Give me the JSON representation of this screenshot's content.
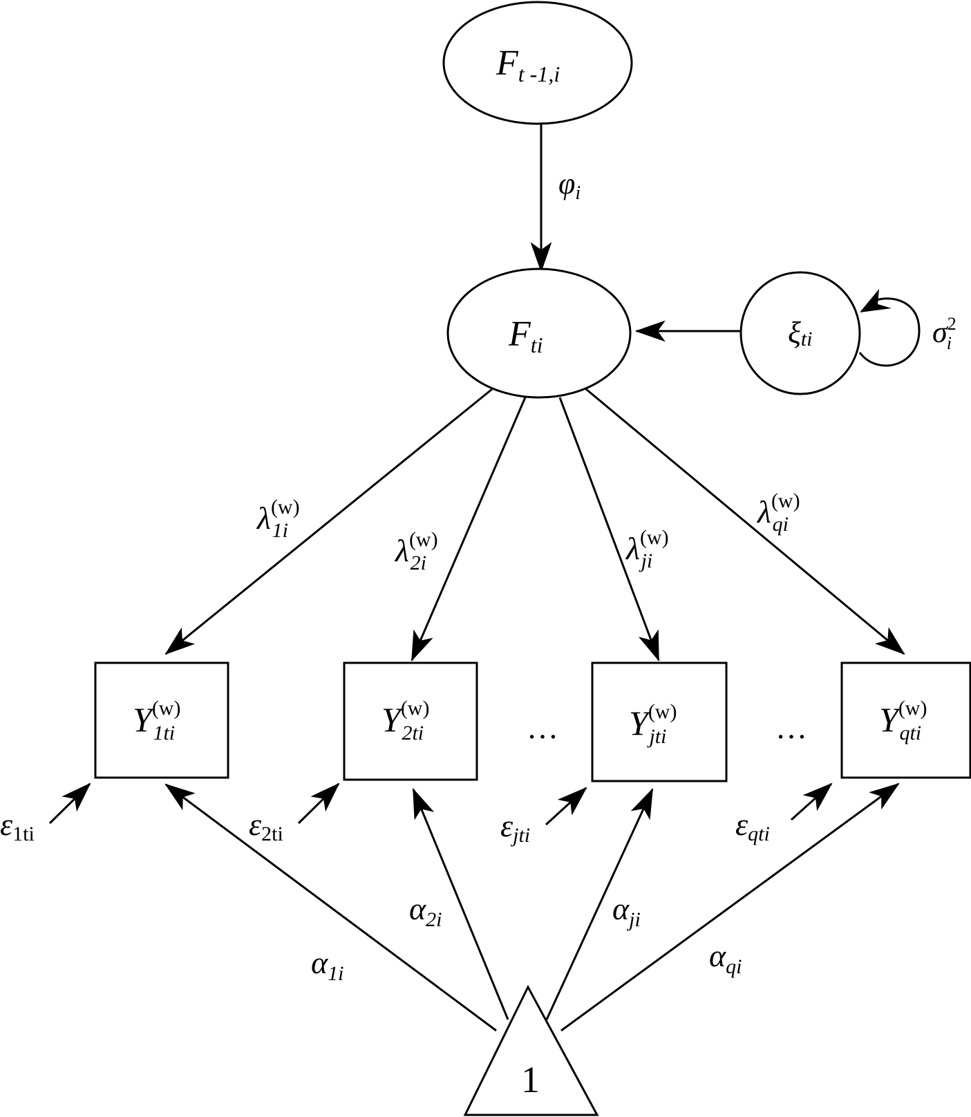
{
  "diagram": {
    "type": "path-diagram",
    "colors": {
      "stroke": "#000000",
      "background": "#ffffff",
      "text": "#000000"
    },
    "nodes": {
      "F_prev": {
        "shape": "ellipse",
        "base": "F",
        "sub": "t -1,i"
      },
      "F_cur": {
        "shape": "ellipse",
        "base": "F",
        "sub": "ti"
      },
      "xi": {
        "shape": "ellipse",
        "base": "ξ",
        "sub": "ti"
      },
      "Y1": {
        "shape": "rect",
        "base": "Y",
        "sub": "1ti",
        "sup": "(w)"
      },
      "Y2": {
        "shape": "rect",
        "base": "Y",
        "sub": "2ti",
        "sup": "(w)"
      },
      "Yj": {
        "shape": "rect",
        "base": "Y",
        "sub": "jti",
        "sup": "(w)"
      },
      "Yq": {
        "shape": "rect",
        "base": "Y",
        "sub": "qti",
        "sup": "(w)"
      },
      "one": {
        "shape": "triangle",
        "label": "1"
      }
    },
    "ellipsis": [
      "…",
      "…"
    ],
    "edges": {
      "phi": {
        "from": "F_prev",
        "to": "F_cur",
        "base": "φ",
        "sub": "i"
      },
      "xi_path": {
        "from": "xi",
        "to": "F_cur"
      },
      "sigma": {
        "from": "xi",
        "to": "xi",
        "kind": "self-loop",
        "base": "σ",
        "sub": "i",
        "sup": "2"
      },
      "lambda1": {
        "from": "F_cur",
        "to": "Y1",
        "base": "λ",
        "sub": "1i",
        "sup": "(w)"
      },
      "lambda2": {
        "from": "F_cur",
        "to": "Y2",
        "base": "λ",
        "sub": "2i",
        "sup": "(w)"
      },
      "lambdaj": {
        "from": "F_cur",
        "to": "Yj",
        "base": "λ",
        "sub": "ji",
        "sup": "(w)"
      },
      "lambdaq": {
        "from": "F_cur",
        "to": "Yq",
        "base": "λ",
        "sub": "qi",
        "sup": "(w)"
      },
      "alpha1": {
        "from": "one",
        "to": "Y1",
        "base": "α",
        "sub": "1i"
      },
      "alpha2": {
        "from": "one",
        "to": "Y2",
        "base": "α",
        "sub": "2i"
      },
      "alphaj": {
        "from": "one",
        "to": "Yj",
        "base": "α",
        "sub": "ji"
      },
      "alphaq": {
        "from": "one",
        "to": "Yq",
        "base": "α",
        "sub": "qi"
      },
      "eps1": {
        "to": "Y1",
        "base": "ε",
        "sub": "1ti"
      },
      "eps2": {
        "to": "Y2",
        "base": "ε",
        "sub": "2ti"
      },
      "epsj": {
        "to": "Yj",
        "base": "ε",
        "sub": "jti"
      },
      "epsq": {
        "to": "Yq",
        "base": "ε",
        "sub": "qti"
      }
    }
  }
}
